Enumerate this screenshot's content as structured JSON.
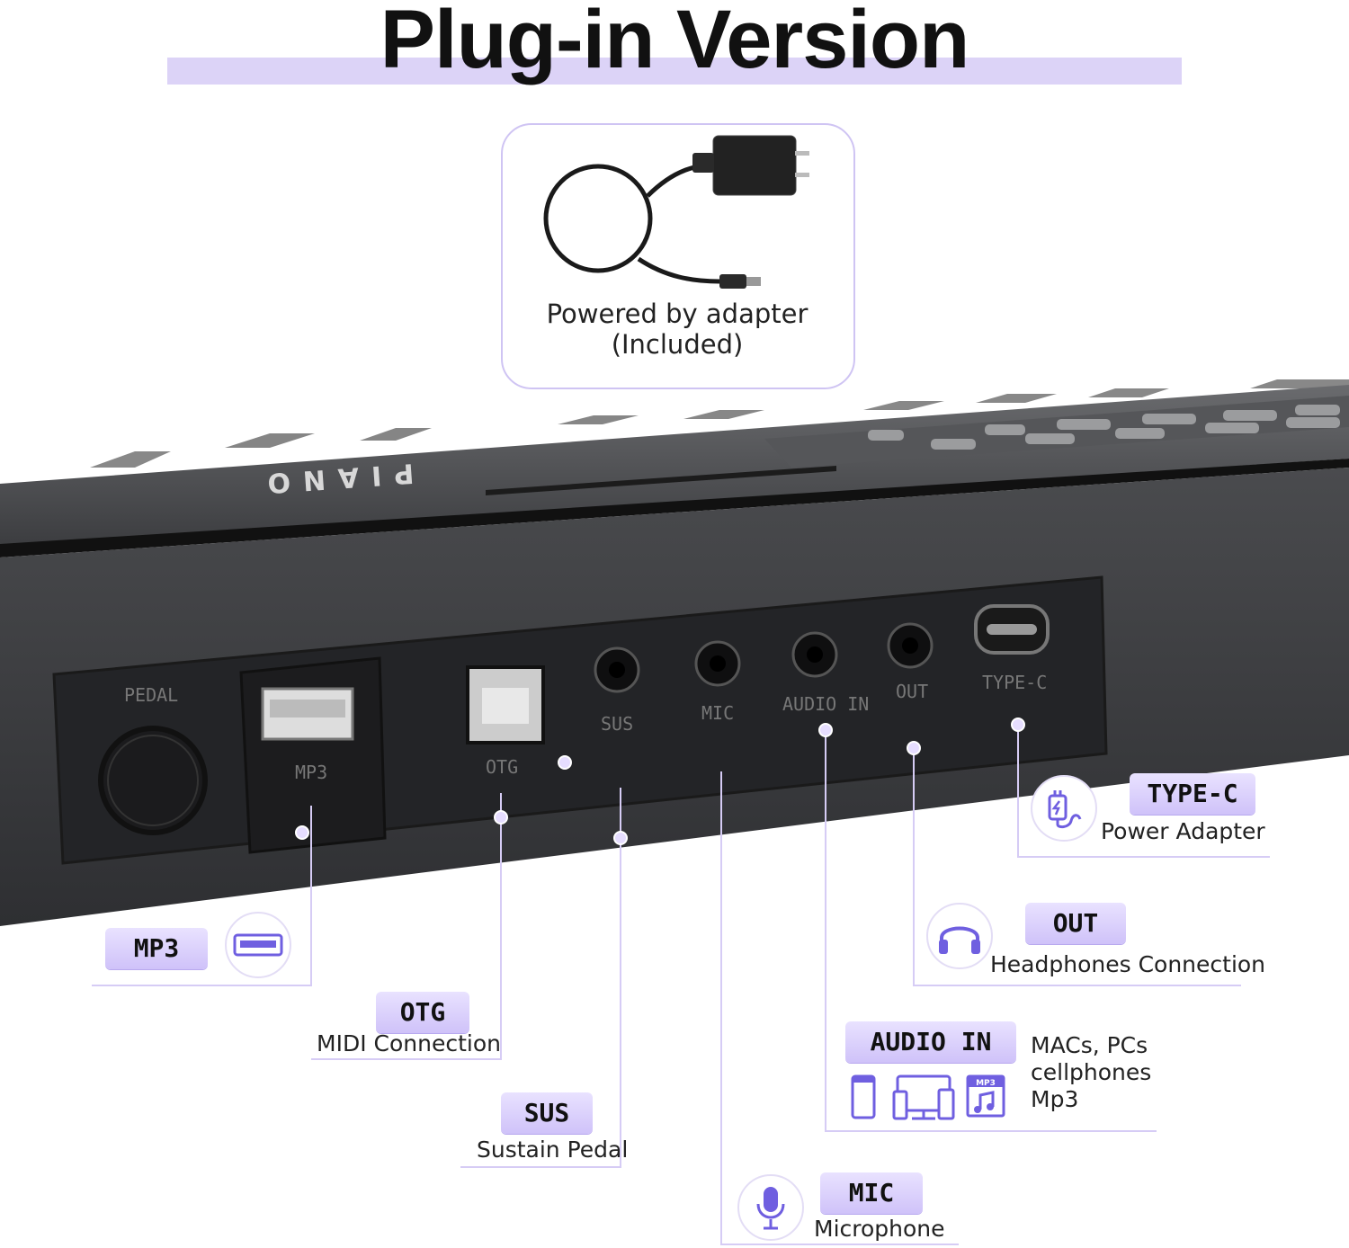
{
  "title": "Plug-in Version",
  "adapter": {
    "caption_line1": "Powered by adapter",
    "caption_line2": "(Included)"
  },
  "panel_labels": {
    "brand": "PIANO",
    "pedal": "PEDAL",
    "mp3": "MP3",
    "otg": "OTG",
    "sus": "SUS",
    "mic": "MIC",
    "audio_in": "AUDIO IN",
    "out": "OUT",
    "type_c": "TYPE-C"
  },
  "callouts": {
    "type_c": {
      "badge": "TYPE-C",
      "desc": "Power Adapter",
      "icon": "usb-power-icon"
    },
    "out": {
      "badge": "OUT",
      "desc": "Headphones Connection",
      "icon": "headphones-icon"
    },
    "audio_in": {
      "badge": "AUDIO IN",
      "desc_line1": "MACs, PCs",
      "desc_line2": "cellphones",
      "desc_line3": "Mp3",
      "icons": [
        "phone-icon",
        "computer-icon",
        "mp3-file-icon"
      ],
      "mp3_tag": "MP3"
    },
    "mp3": {
      "badge": "MP3",
      "icon": "usb-port-icon"
    },
    "otg": {
      "badge": "OTG",
      "desc": "MIDI Connection"
    },
    "sus": {
      "badge": "SUS",
      "desc": "Sustain Pedal"
    },
    "mic": {
      "badge": "MIC",
      "desc": "Microphone",
      "icon": "microphone-icon"
    }
  },
  "colors": {
    "accent": "#cfc2f9",
    "line": "#d6ccf5",
    "panel": "#3a3b3e",
    "icon": "#6f5fe0"
  }
}
